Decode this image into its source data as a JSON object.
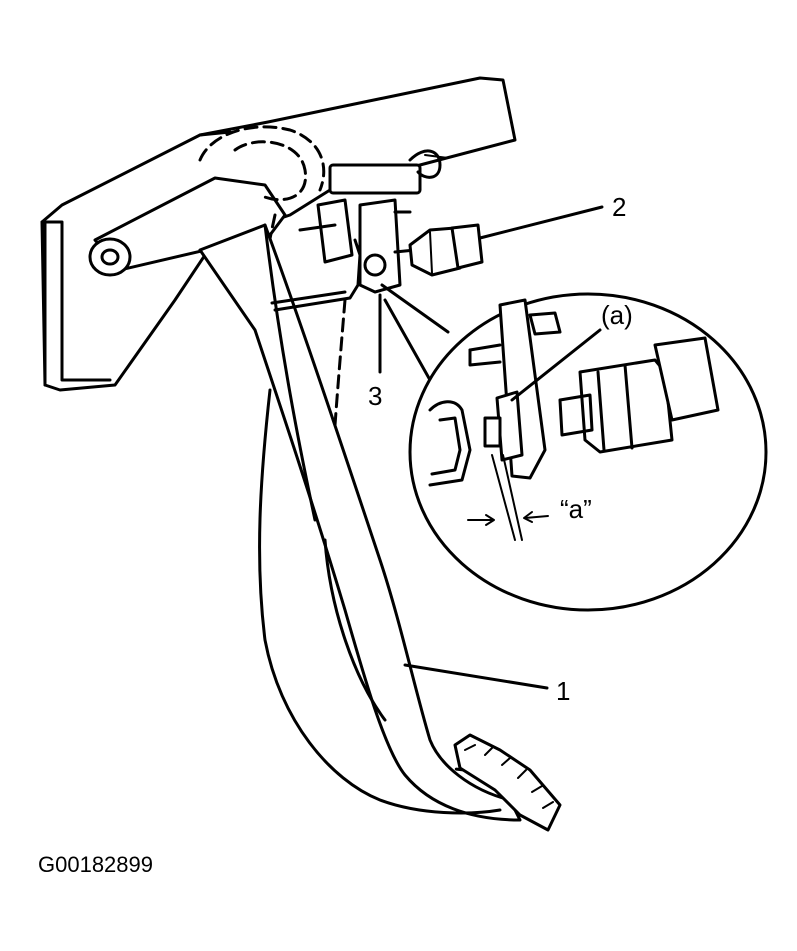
{
  "figure": {
    "callouts": {
      "pedal_arm": "1",
      "stop_lamp_switch": "2",
      "bracket": "3",
      "locknut": "(a)",
      "clearance": "“a”"
    },
    "figure_code": "G00182899"
  }
}
